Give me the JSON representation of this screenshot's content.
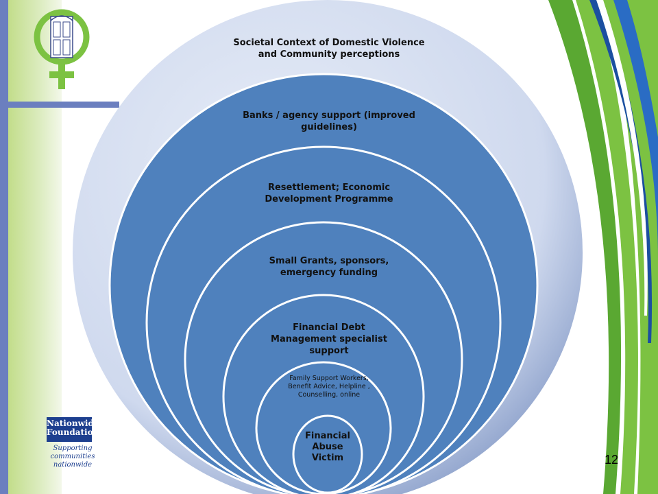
{
  "diagram": {
    "rings": [
      {
        "label": "Societal Context of Domestic Violence and Community perceptions"
      },
      {
        "label": "Banks / agency support (improved guidelines)"
      },
      {
        "label": "Resettlement; Economic Development Programme"
      },
      {
        "label": "Small Grants, sponsors, emergency funding"
      },
      {
        "label": "Financial Debt Management specialist support"
      },
      {
        "label": "Family Support Workers, Benefit Advice, Helpline , Counselling, online"
      },
      {
        "label": "Financial Abuse Victim"
      }
    ],
    "colors": {
      "outer_ring": "#d3ddf0",
      "inner_rings": "#4f81bd",
      "ring_border": "#ffffff"
    }
  },
  "partner_logo": {
    "name": "Nationwide Foundation",
    "tagline": "Supporting communities nationwide"
  },
  "page_number": "12",
  "colors": {
    "accent_green": "#7cc242",
    "accent_blue": "#1b4fa0",
    "side_strip": "#6b7fbf"
  }
}
